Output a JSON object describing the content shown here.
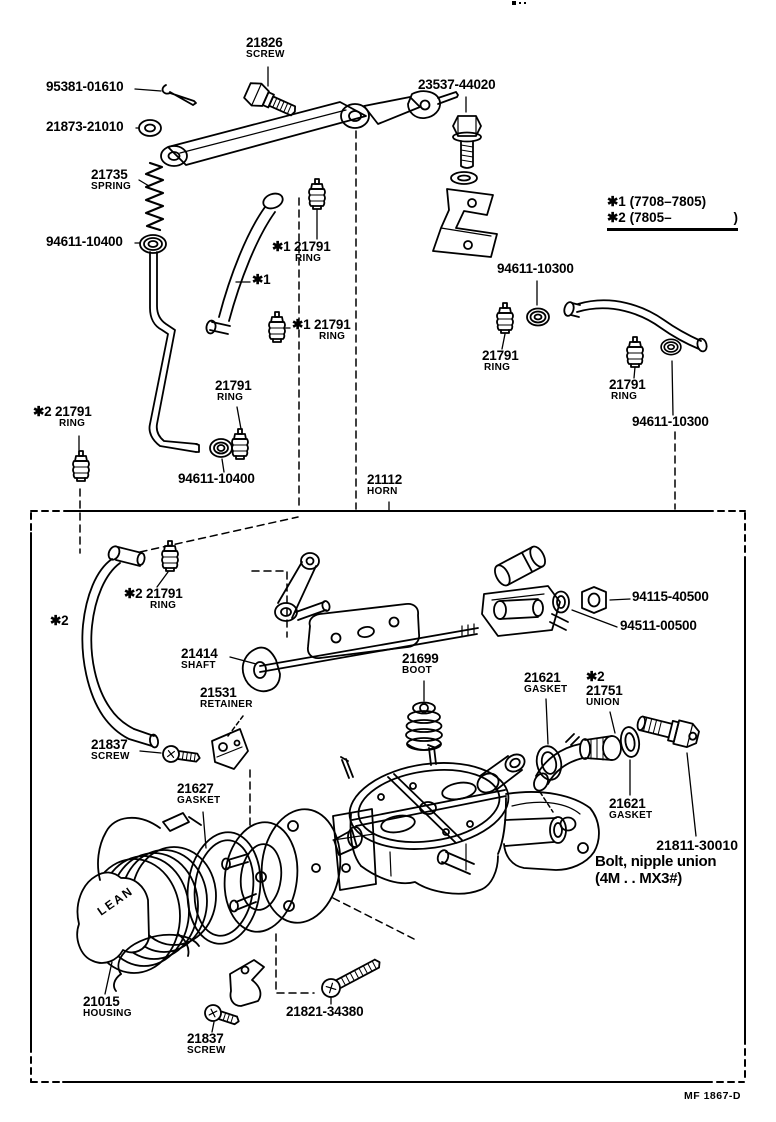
{
  "note": {
    "line1": "✱1 (7708–7805)",
    "line2_left": "✱2 (7805–",
    "line2_right": ")"
  },
  "footer": {
    "code": "MF 1867-D"
  },
  "drawing": {
    "housing_cap_text": "LEAN"
  },
  "labels": {
    "l21826": {
      "num": "21826",
      "desc": "SCREW"
    },
    "l95381": {
      "num": "95381-01610"
    },
    "l21873": {
      "num": "21873-21010"
    },
    "l21735": {
      "num": "21735",
      "desc": "SPRING"
    },
    "l94611a": {
      "num": "94611-10400"
    },
    "l21791a": {
      "num": "✱1 21791",
      "desc": "RING"
    },
    "lmark1": {
      "num": "✱1"
    },
    "l21791b": {
      "num": "✱1 21791",
      "desc": "RING"
    },
    "l21791c": {
      "num": "21791",
      "desc": "RING"
    },
    "l94611b": {
      "num": "94611-10400"
    },
    "l21791d": {
      "num": "✱2 21791",
      "desc": "RING"
    },
    "l23537": {
      "num": "23537-44020"
    },
    "l10300a": {
      "num": "94611-10300"
    },
    "l21791e": {
      "num": "21791",
      "desc": "RING"
    },
    "l21791f": {
      "num": "21791",
      "desc": "RING"
    },
    "l10300b": {
      "num": "94611-10300"
    },
    "l21112": {
      "num": "21112",
      "desc": "HORN"
    },
    "l21791g": {
      "num": "✱2 21791",
      "desc": "RING"
    },
    "lmark2": {
      "num": "✱2"
    },
    "l21414": {
      "num": "21414",
      "desc": "SHAFT"
    },
    "l21531": {
      "num": "21531",
      "desc": "RETAINER"
    },
    "l94115": {
      "num": "94115-40500"
    },
    "l94511": {
      "num": "94511-00500"
    },
    "l21699": {
      "num": "21699",
      "desc": "BOOT"
    },
    "l21621a": {
      "num": "21621",
      "desc": "GASKET"
    },
    "l21751": {
      "mark": "✱2",
      "num": "21751",
      "desc": "UNION"
    },
    "l21621b": {
      "num": "21621",
      "desc": "GASKET"
    },
    "l21811": {
      "num": "21811-30010",
      "desc": "Bolt, nipple union",
      "variant": "(4M . . MX3#)"
    },
    "l21837a": {
      "num": "21837",
      "desc": "SCREW"
    },
    "l21627": {
      "num": "21627",
      "desc": "GASKET"
    },
    "l21015": {
      "num": "21015",
      "desc": "HOUSING"
    },
    "l21837b": {
      "num": "21837",
      "desc": "SCREW"
    },
    "l21821": {
      "num": "21821-34380"
    }
  }
}
